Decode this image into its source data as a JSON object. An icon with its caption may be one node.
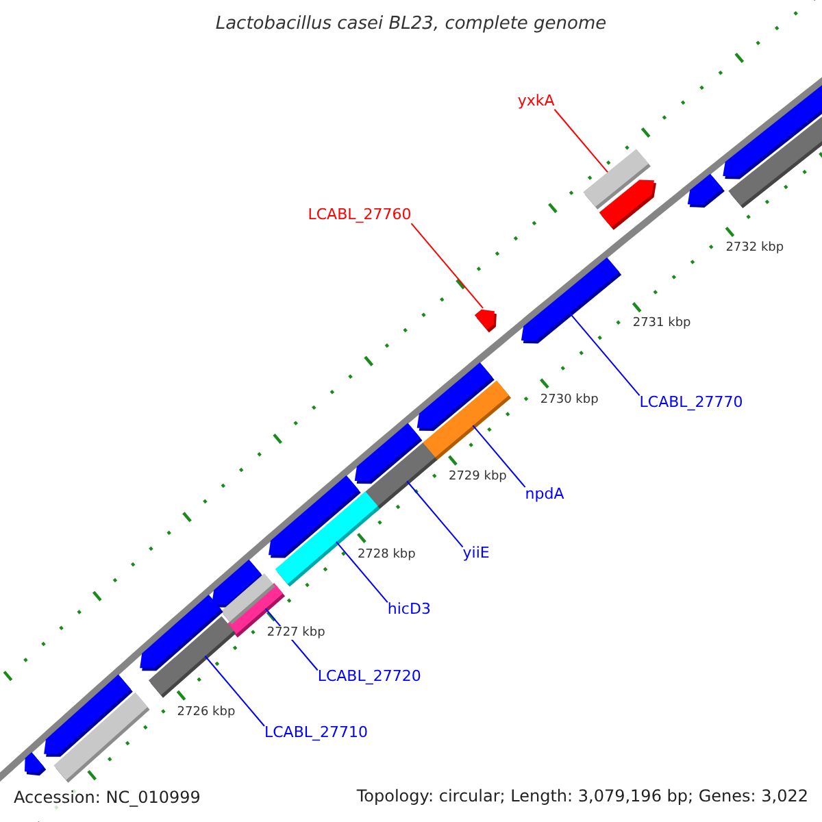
{
  "diagram": {
    "title": "Lactobacillus casei BL23, complete genome",
    "nodes": [
      {
        "text": [
          "yxkA"
        ]
      },
      {
        "text": [],
        "shape": "bar"
      },
      {
        "text": [
          "LCABL_27760"
        ]
      },
      {
        "text": [],
        "shape": "pentagon"
      },
      {
        "text": [
          "LCABL_27770"
        ]
      },
      {
        "text": [],
        "shape": "pentagon"
      },
      {
        "text": [
          "npdA"
        ]
      },
      {
        "text": [],
        "shape": "bar"
      },
      {
        "text": [
          "yiiE"
        ]
      },
      {
        "text": [],
        "shape": "bar"
      },
      {
        "text": [
          "hicD3"
        ]
      },
      {
        "text": [],
        "shape": "bar"
      },
      {
        "text": [
          "LCABL_27720"
        ]
      },
      {
        "text": [],
        "shape": "bar"
      },
      {
        "text": [
          "LCABL_27710"
        ]
      },
      {
        "text": [],
        "shape": "bar"
      },
      {
        "text": [],
        "shape": "pentagon"
      },
      {
        "text": [],
        "shape": "bar"
      },
      {
        "text": [],
        "shape": "pentagon"
      },
      {
        "text": [],
        "shape": "pentagon"
      },
      {
        "text": [],
        "shape": "pentagon"
      },
      {
        "text": [],
        "shape": "pentagon"
      },
      {
        "text": [],
        "shape": "pentagon"
      },
      {
        "text": [],
        "shape": "pentagon"
      },
      {
        "text": [],
        "shape": "bar"
      },
      {
        "text": [],
        "shape": "pentagon"
      },
      {
        "text": [],
        "shape": "pentagon"
      },
      {
        "text": [],
        "shape": "bar"
      },
      {
        "text": [],
        "shape": "pentagon"
      }
    ],
    "edges": [
      {
        "from": 0,
        "to": 1,
        "arrow": "none",
        "color": "#ff0000"
      },
      {
        "from": 2,
        "to": 3,
        "arrow": "none",
        "color": "#ff0000"
      },
      {
        "from": 4,
        "to": 5,
        "arrow": "none"
      },
      {
        "from": 6,
        "to": 7,
        "arrow": "none"
      },
      {
        "from": 8,
        "to": 9,
        "arrow": "none"
      },
      {
        "from": 10,
        "to": 11,
        "arrow": "none"
      },
      {
        "from": 12,
        "to": 13,
        "arrow": "none"
      },
      {
        "from": 14,
        "to": 15,
        "arrow": "none"
      }
    ],
    "labels": [
      "2732 kbp",
      "2731 kbp",
      "2730 kbp",
      "2729 kbp",
      "2728 kbp",
      "2727 kbp",
      "2726 kbp",
      "Accession: NC_010999",
      "Topology: circular; Length: 3,079,196 bp; Genes: 3,022"
    ]
  }
}
